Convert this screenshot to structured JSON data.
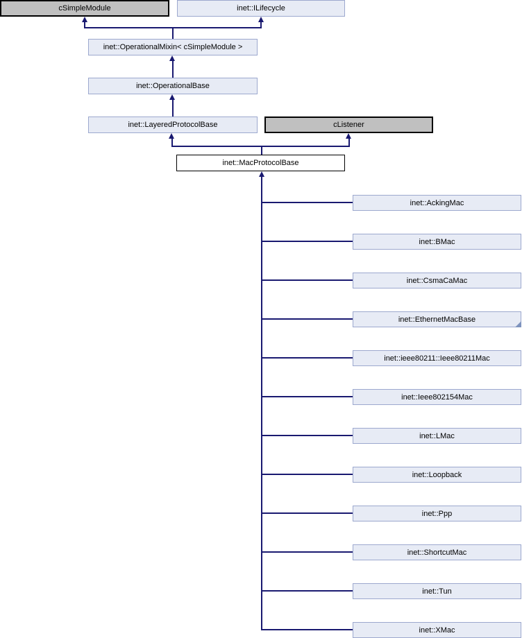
{
  "diagram": {
    "kind": "class-inheritance-graph",
    "colors": {
      "edge": "#191970",
      "node_fill": "#e7ebf5",
      "node_border": "#9ca8ce",
      "external_fill": "#c0c0c0",
      "external_border": "#000000",
      "current_fill": "#ffffff",
      "current_border": "#000000",
      "fold": "#7e93be",
      "text": "#000000"
    },
    "nodes": {
      "csimplemodule": {
        "label": "cSimpleModule",
        "style": "external"
      },
      "ilifecycle": {
        "label": "inet::ILifecycle",
        "style": "linked"
      },
      "operationalmixin": {
        "label": "inet::OperationalMixin< cSimpleModule >",
        "style": "linked"
      },
      "operationalbase": {
        "label": "inet::OperationalBase",
        "style": "linked"
      },
      "layeredprotocolbase": {
        "label": "inet::LayeredProtocolBase",
        "style": "linked"
      },
      "clistener": {
        "label": "cListener",
        "style": "external"
      },
      "macprotocolbase": {
        "label": "inet::MacProtocolBase",
        "style": "current"
      }
    },
    "subclasses": [
      {
        "label": "inet::AckingMac"
      },
      {
        "label": "inet::BMac"
      },
      {
        "label": "inet::CsmaCaMac"
      },
      {
        "label": "inet::EthernetMacBase",
        "has_further_subclasses": true
      },
      {
        "label": "inet::ieee80211::Ieee80211Mac"
      },
      {
        "label": "inet::Ieee802154Mac"
      },
      {
        "label": "inet::LMac"
      },
      {
        "label": "inet::Loopback"
      },
      {
        "label": "inet::Ppp"
      },
      {
        "label": "inet::ShortcutMac"
      },
      {
        "label": "inet::Tun"
      },
      {
        "label": "inet::XMac"
      }
    ]
  }
}
